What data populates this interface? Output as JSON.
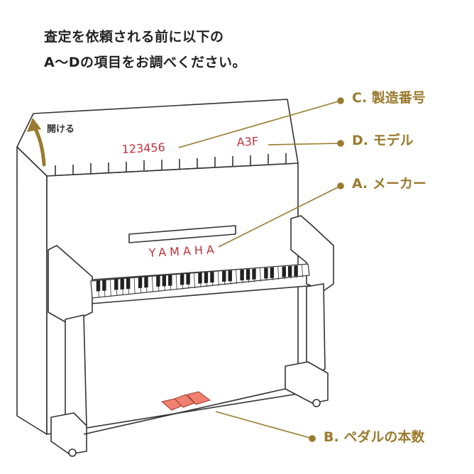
{
  "heading": {
    "line1": "査定を依頼される前に以下の",
    "line2": "A〜Dの項目をお調べください。"
  },
  "lid_hint": "開ける",
  "serial_number": "123456",
  "model_code": "A3F",
  "brand": "YAMAHA",
  "callouts": {
    "c": "C. 製造番号",
    "d": "D. モデル",
    "a": "A. メーカー",
    "b": "B. ペダルの本数"
  },
  "colors": {
    "accent": "#9a7a2e",
    "red_text": "#c0333a",
    "outline": "#333333",
    "pedal": "#f08070"
  }
}
